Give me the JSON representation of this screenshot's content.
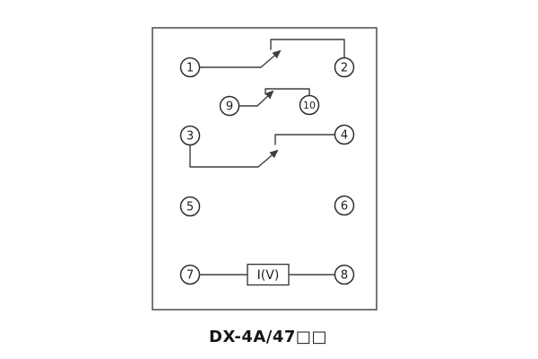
{
  "diagram": {
    "caption": "DX-4A/47□□",
    "meter_label": "I(V)",
    "terminals": {
      "t1": "1",
      "t2": "2",
      "t3": "3",
      "t4": "4",
      "t5": "5",
      "t6": "6",
      "t7": "7",
      "t8": "8",
      "t9": "9",
      "t10": "10"
    }
  },
  "colors": {
    "line": "#3d3d3d",
    "text": "#1d1d1d",
    "background": "#ffffff"
  }
}
